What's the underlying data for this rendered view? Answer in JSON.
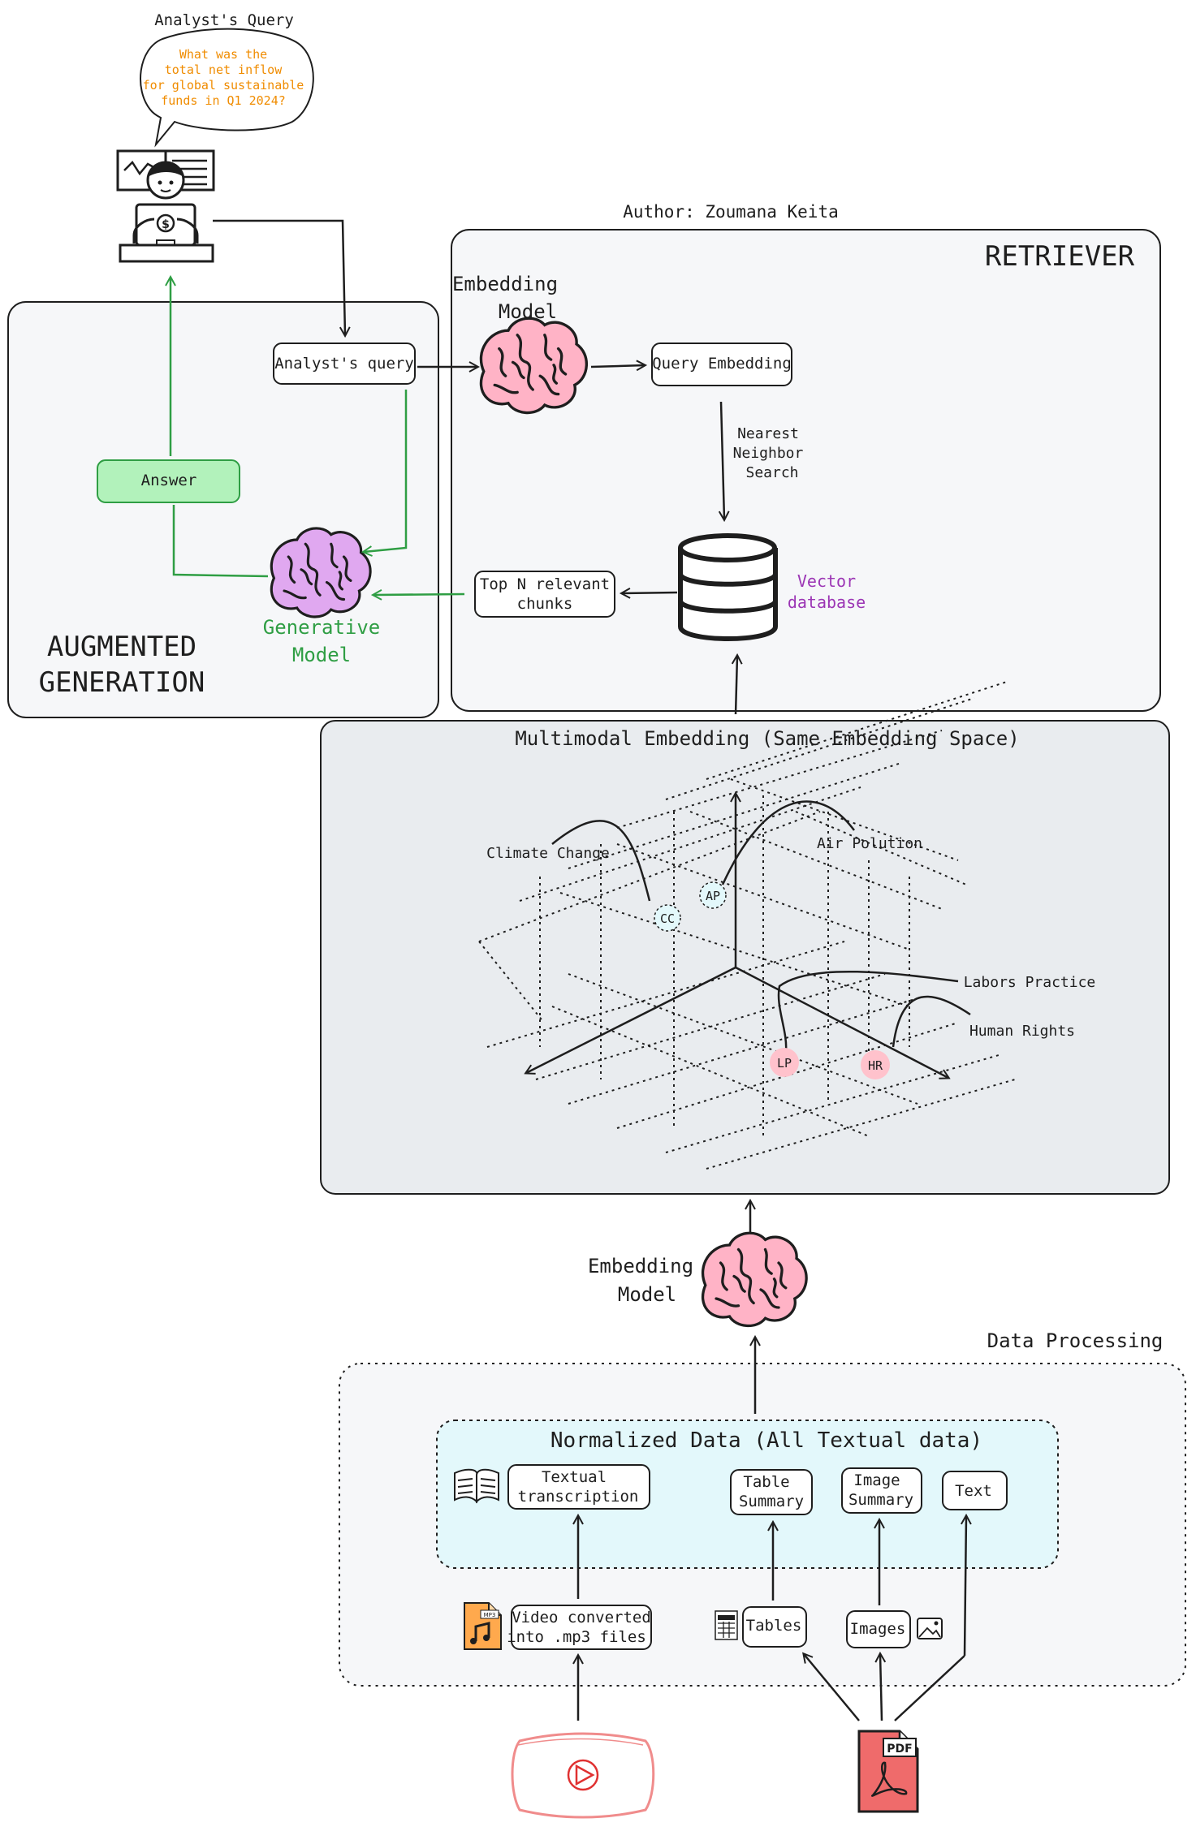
{
  "header": {
    "analyst_query_title": "Analyst's Query",
    "question_lines": [
      "What was the",
      "total net inflow",
      "for global sustainable",
      "funds in Q1 2024?"
    ],
    "author": "Author: Zoumana Keita"
  },
  "augmented": {
    "title_lines": [
      "AUGMENTED",
      "GENERATION"
    ],
    "analyst_query_box": "Analyst's query",
    "answer_box": "Answer",
    "generative_model_lines": [
      "Generative",
      "Model"
    ]
  },
  "retriever": {
    "title": "RETRIEVER",
    "embedding_model_lines": [
      "Embedding",
      "Model"
    ],
    "query_embedding": "Query Embedding",
    "nearest_lines": [
      "Nearest",
      "Neighbor",
      "Search"
    ],
    "vector_db_lines": [
      "Vector",
      "database"
    ],
    "top_n_lines": [
      "Top N relevant",
      "chunks"
    ]
  },
  "multimodal": {
    "title": "Multimodal Embedding (Same Embedding Space)",
    "labels": {
      "climate": "Climate Change",
      "air": "Air Polution",
      "labors": "Labors Practice",
      "human": "Human Rights"
    },
    "points": {
      "cc": "CC",
      "ap": "AP",
      "lp": "LP",
      "hr": "HR"
    }
  },
  "embedding_bottom_lines": [
    "Embedding",
    "Model"
  ],
  "data_processing": {
    "title": "Data Processing",
    "normalized_title": "Normalized Data (All Textual data)",
    "textual_lines": [
      "Textual",
      "transcription"
    ],
    "table_summary_lines": [
      "Table",
      "Summary"
    ],
    "image_summary_lines": [
      "Image",
      "Summary"
    ],
    "text": "Text",
    "video_lines": [
      "Video converted",
      "into .mp3 files"
    ],
    "tables": "Tables",
    "images": "Images"
  },
  "icons": {
    "mp3_label": "MP3",
    "pdf_label": "PDF",
    "dollar": "$"
  },
  "colors": {
    "green": "#2f9e44",
    "purple": "#9c36b5",
    "orange": "#f08c00",
    "brain_pink": "#ffb3c6",
    "brain_lilac": "#e0a8f0",
    "answer_fill": "#b2f2bb",
    "panel_fill": "#f6f7f9",
    "multimodal_fill": "#e9ecef",
    "normalized_fill": "#e3f8fb",
    "youtube_red": "#e03131",
    "pdf_red": "#ef6b6b"
  }
}
